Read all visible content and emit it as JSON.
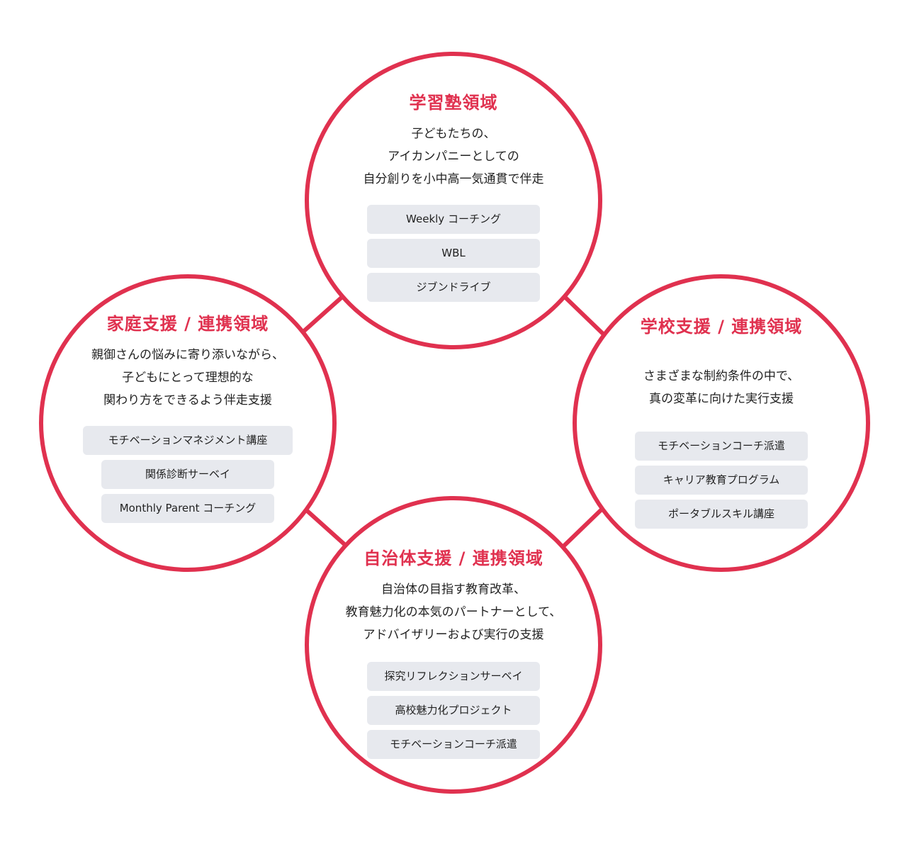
{
  "colors": {
    "accent": "#e0314f",
    "pill_background": "#e7e9ee",
    "text": "#222222"
  },
  "top": {
    "title": "学習塾領域",
    "desc": [
      "子どもたちの、",
      "アイカンパニーとしての",
      "自分創りを小中高一気通貫で伴走"
    ],
    "items": [
      "Weekly コーチング",
      "WBL",
      "ジブンドライブ"
    ]
  },
  "left": {
    "title": "家庭支援 / 連携領域",
    "desc": [
      "親御さんの悩みに寄り添いながら、",
      "子どもにとって理想的な",
      "関わり方をできるよう伴走支援"
    ],
    "items": [
      "モチベーションマネジメント講座",
      "関係診断サーベイ",
      "Monthly Parent コーチング"
    ]
  },
  "right": {
    "title": "学校支援 / 連携領域",
    "desc": [
      "さまざまな制約条件の中で、",
      "真の変革に向けた実行支援"
    ],
    "items": [
      "モチベーションコーチ派遣",
      "キャリア教育プログラム",
      "ポータブルスキル講座"
    ]
  },
  "bottom": {
    "title": "自治体支援 / 連携領域",
    "desc": [
      "自治体の目指す教育改革、",
      "教育魅力化の本気のパートナーとして、",
      "アドバイザリーおよび実行の支援"
    ],
    "items": [
      "探究リフレクションサーベイ",
      "高校魅力化プロジェクト",
      "モチベーションコーチ派遣"
    ]
  }
}
